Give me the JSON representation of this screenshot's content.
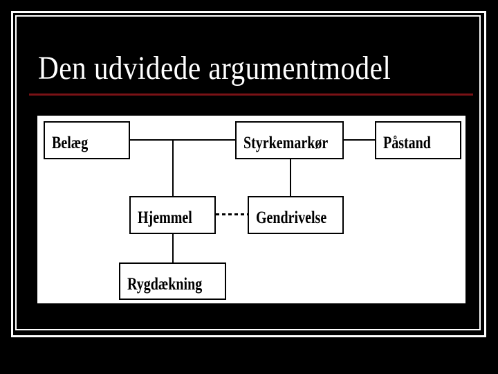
{
  "slide": {
    "title": "Den udvidede argumentmodel"
  },
  "colors": {
    "background": "#000000",
    "frame": "#ffffff",
    "title-text": "#ffffff",
    "accent-rule": "#7a1216",
    "diagram-bg": "#ffffff",
    "diagram-ink": "#000000"
  },
  "diagram": {
    "type": "block-diagram",
    "nodes": [
      {
        "id": "belaeg",
        "label": "Belæg"
      },
      {
        "id": "styrkemarkoer",
        "label": "Styrkemarkør"
      },
      {
        "id": "paastand",
        "label": "Påstand"
      },
      {
        "id": "hjemmel",
        "label": "Hjemmel"
      },
      {
        "id": "gendrivelse",
        "label": "Gendrivelse"
      },
      {
        "id": "rygdaekning",
        "label": "Rygdækning"
      }
    ],
    "edges": [
      {
        "from": "belaeg",
        "to": "styrkemarkoer",
        "style": "solid"
      },
      {
        "from": "styrkemarkoer",
        "to": "paastand",
        "style": "solid"
      },
      {
        "from": "belaeg-styrkemarkoer",
        "to": "hjemmel",
        "style": "solid"
      },
      {
        "from": "styrkemarkoer",
        "to": "gendrivelse",
        "style": "solid"
      },
      {
        "from": "hjemmel",
        "to": "gendrivelse",
        "style": "dashed"
      },
      {
        "from": "hjemmel",
        "to": "rygdaekning",
        "style": "solid"
      }
    ]
  }
}
